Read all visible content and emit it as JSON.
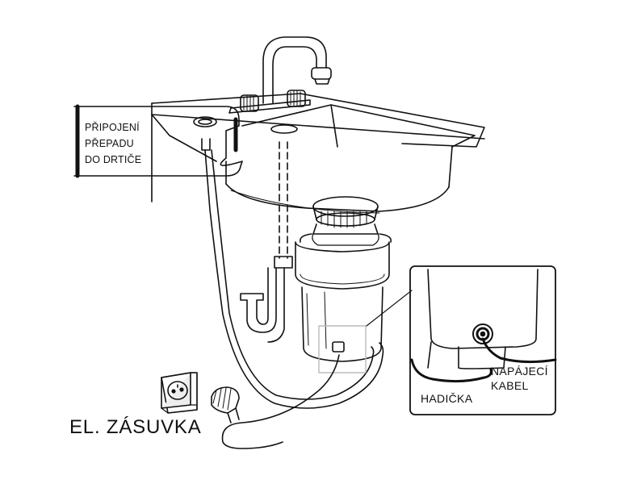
{
  "labels": {
    "overflow_connection": [
      "PŘIPOJENÍ",
      "PŘEPADU",
      "DO DRTIČE"
    ],
    "power_cable": [
      "NAPÁJECÍ",
      "KABEL"
    ],
    "hose": "HADIČKA",
    "outlet": "EL. ZÁSUVKA"
  },
  "colors": {
    "line": "#111111",
    "shade": "#d9d9d9",
    "background": "#ffffff"
  }
}
